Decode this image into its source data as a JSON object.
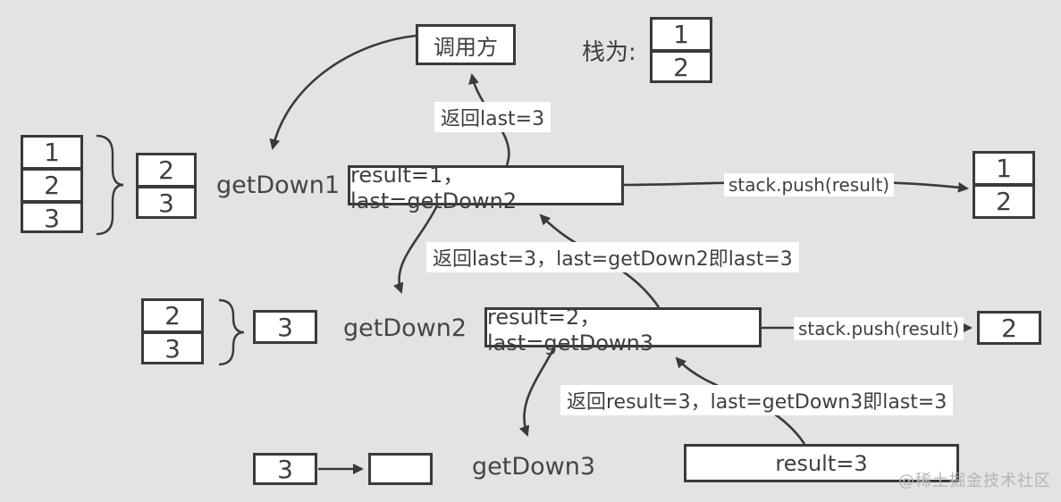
{
  "colors": {
    "background": "#e4e3e1",
    "line": "#3a3a3a",
    "box_fill": "#ffffff",
    "text": "#3f3f3f",
    "watermark": "#b7b5b2"
  },
  "top": {
    "caller": "调用方",
    "stack_title": "栈为:",
    "stack": [
      "1",
      "2"
    ],
    "return_label": "返回last=3"
  },
  "row1": {
    "input_stack": [
      "1",
      "2",
      "3"
    ],
    "arg_stack": [
      "2",
      "3"
    ],
    "fn": "getDown1",
    "state": "result=1，last=getDown2",
    "push": "stack.push(result)",
    "out_stack": [
      "1",
      "2"
    ],
    "return_label": "返回last=3，last=getDown2即last=3"
  },
  "row2": {
    "input_stack": [
      "2",
      "3"
    ],
    "arg": "3",
    "fn": "getDown2",
    "state": "result=2，last=getDown3",
    "push": "stack.push(result)",
    "out": "2",
    "return_label": "返回result=3，last=getDown3即last=3"
  },
  "row3": {
    "input": "3",
    "empty": "",
    "fn": "getDown3",
    "state": "result=3"
  },
  "watermark": "@稀土掘金技术社区"
}
